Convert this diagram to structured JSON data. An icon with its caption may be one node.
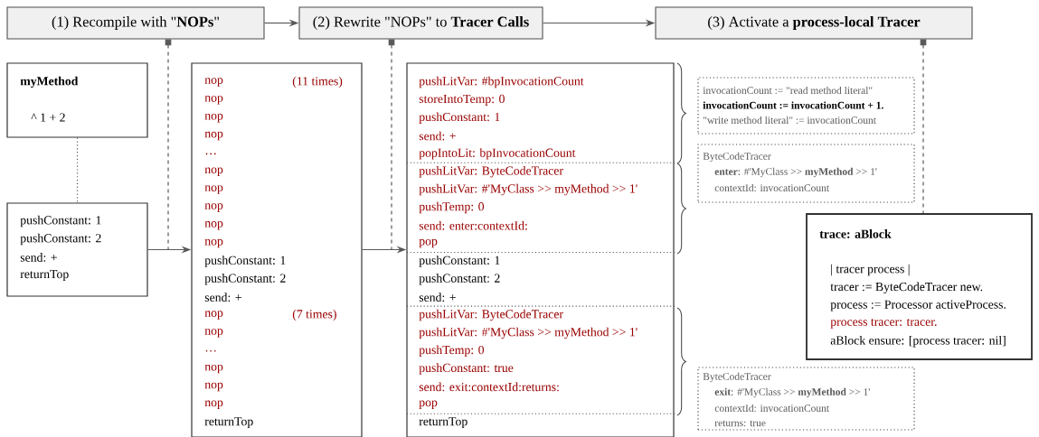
{
  "diagram": {
    "nodes": [
      {
        "text": [
          "(1) Recompile with \"**NOPs**\""
        ]
      },
      {
        "text": [
          "(2) Rewrite \"NOPs\" to **Tracer Calls**"
        ]
      },
      {
        "text": [
          "(3) Activate a **process-local Tracer**"
        ]
      },
      {
        "text": [
          "myMethod",
          "^ 1 + 2"
        ]
      },
      {
        "text": [
          "pushConstant: 1",
          "pushConstant: 2",
          "send: +",
          "returnTop"
        ]
      },
      {
        "text": [
          "nop",
          "(11 times)",
          "nop",
          "nop",
          "nop",
          "…",
          "nop",
          "nop",
          "nop",
          "nop",
          "nop",
          "pushConstant: 1",
          "pushConstant: 2",
          "send: +",
          "nop",
          "(7 times)",
          "nop",
          "…",
          "nop",
          "nop",
          "nop",
          "returnTop"
        ]
      },
      {
        "text": [
          "pushLitVar: #bpInvocationCount",
          "storeIntoTemp: 0",
          "pushConstant: 1",
          "send: +",
          "popIntoLit: bpInvocationCount",
          "pushLitVar: ByteCodeTracer",
          "pushLitVar: #'MyClass >> myMethod >> 1'",
          "pushTemp: 0",
          "send: enter:contextId:",
          "pop",
          "pushConstant: 1",
          "pushConstant: 2",
          "send: +",
          "pushLitVar: ByteCodeTracer",
          "pushLitVar: #'MyClass >> myMethod >> 1'",
          "pushTemp: 0",
          "pushConstant: true",
          "send: exit:contextId:returns:",
          "pop",
          "returnTop"
        ]
      },
      {
        "text": [
          "invocationCount := \"read method literal\"",
          "invocationCount := invocationCount + 1.",
          "\"write method literal\" := invocationCount"
        ]
      },
      {
        "text": [
          "ByteCodeTracer",
          "**enter**: #'MyClass >> **myMethod** >> 1'",
          "contextId: invocationCount"
        ]
      },
      {
        "text": [
          "trace: aBlock",
          "| tracer  process |",
          "tracer := ByteCodeTracer new.",
          "process := Processor activeProcess.",
          "process tracer: tracer.",
          "aBlock ensure: [process tracer: nil]"
        ]
      },
      {
        "text": [
          "ByteCodeTracer",
          "**exit**: #'MyClass >> **myMethod** >> 1'",
          "contextId: invocationCount",
          "returns: true"
        ]
      }
    ],
    "edges": [
      {
        "from": 0,
        "to": 1,
        "arrow": "to"
      },
      {
        "from": 1,
        "to": 2,
        "arrow": "to"
      },
      {
        "from": 3,
        "to": 4,
        "arrow": "none",
        "style": "dashed"
      },
      {
        "from": 4,
        "to": 5,
        "arrow": "to"
      },
      {
        "from": 5,
        "to": 6,
        "arrow": "to"
      },
      {
        "from": 0,
        "to": null,
        "arrow": "other",
        "style": "dashed"
      },
      {
        "from": 1,
        "to": null,
        "arrow": "other",
        "style": "dashed"
      },
      {
        "from": 2,
        "to": 9,
        "arrow": "other",
        "style": "dashed"
      }
    ]
  }
}
